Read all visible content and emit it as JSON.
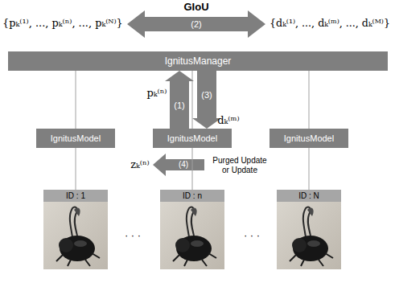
{
  "diagram": {
    "nodes": [
      {
        "text": [
          "IgnitusManager"
        ]
      },
      {
        "text": [
          "IgnitusModel"
        ]
      },
      {
        "text": [
          "IgnitusModel"
        ]
      },
      {
        "text": [
          "IgnitusModel"
        ]
      },
      {
        "text": [
          "ID : 1"
        ]
      },
      {
        "text": [
          "ID : n"
        ]
      },
      {
        "text": [
          "ID : N"
        ]
      }
    ],
    "edges": [
      {
        "from": 0,
        "to": 1,
        "arrow": "none"
      },
      {
        "from": 0,
        "to": 2,
        "arrow": "none"
      },
      {
        "from": 0,
        "to": 3,
        "arrow": "none"
      },
      {
        "from": 1,
        "to": 4,
        "arrow": "none"
      },
      {
        "from": 2,
        "to": 5,
        "arrow": "none"
      },
      {
        "from": 3,
        "to": 6,
        "arrow": "none"
      },
      {
        "from": 2,
        "to": 0,
        "label": "(1)",
        "arrow": "to"
      },
      {
        "from": 0,
        "to": 2,
        "label": "(3)",
        "arrow": "to"
      }
    ],
    "labels": [
      "{pₖ⁽¹⁾, ..., pₖ⁽ⁿ⁾, ..., pₖ⁽ᴺ⁾}",
      "GIoU",
      "(2)",
      "{dₖ⁽¹⁾, ..., dₖ⁽ᵐ⁾, ..., dₖ⁽ᴹ⁾}",
      "pₖ⁽ⁿ⁾",
      "dₖ⁽ᵐ⁾",
      "(4)",
      "zₖ⁽ⁿ⁾",
      "Purged Update or Update",
      "· · ·",
      "· · ·"
    ]
  }
}
